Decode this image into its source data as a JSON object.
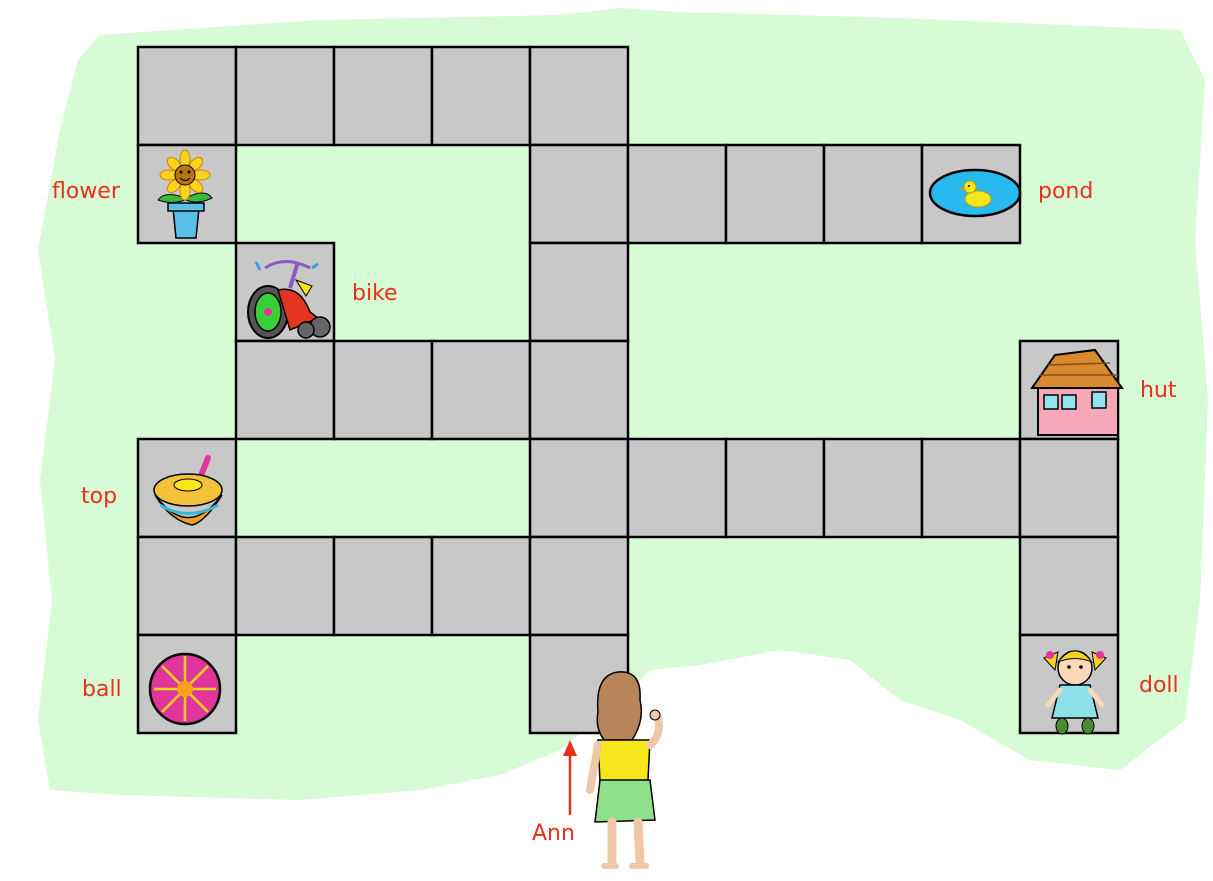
{
  "colors": {
    "background_blob": "#d7fbd4",
    "path_tile": "#c8c8c8",
    "tile_border": "#000000",
    "label_text": "#e8301c",
    "arrow": "#e8301c"
  },
  "labels": {
    "flower": "flower",
    "pond": "pond",
    "bike": "bike",
    "hut": "hut",
    "top": "top",
    "ball": "ball",
    "doll": "doll",
    "ann": "Ann"
  },
  "icons": [
    "flower-icon",
    "duck-pond-icon",
    "bike-icon",
    "hut-icon",
    "spinning-top-icon",
    "ball-icon",
    "doll-icon",
    "girl-ann-icon"
  ]
}
